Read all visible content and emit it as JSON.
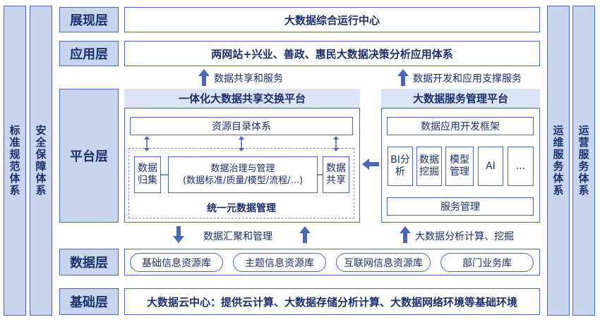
{
  "left_bars": [
    "标准规范体系",
    "安全保障体系"
  ],
  "right_bars": [
    "运维服务体系",
    "运营服务体系"
  ],
  "layers": {
    "presentation": {
      "label": "展现层",
      "content": "大数据综合运行中心"
    },
    "application": {
      "label": "应用层",
      "content": "两网站+兴业、善政、惠民大数据决策分析应用体系"
    },
    "platform": {
      "label": "平台层"
    },
    "data": {
      "label": "数据层",
      "items": [
        "基础信息资源库",
        "主题信息资源库",
        "互联网信息资源库",
        "部门业务库"
      ]
    },
    "foundation": {
      "label": "基础层",
      "content": "大数据云中心：提供云计算、大数据存储分析计算、大数据网络环境等基础环境"
    }
  },
  "arrows": {
    "share_service": "数据共享和服务",
    "dev_support": "数据开发和应用支撑服务",
    "aggregate_manage": "数据汇聚和管理",
    "analysis_mining": "大数据分析计算、挖掘"
  },
  "exchange_platform": {
    "title": "一体化大数据共享交换平台",
    "catalog": "资源目录体系",
    "collect": "数据归集",
    "governance_line1": "数据治理与管理",
    "governance_line2": "(数据标准/质量/模型/流程/...)",
    "share": "数据共享",
    "unified": "统一元数据管理"
  },
  "service_platform": {
    "title": "大数据服务管理平台",
    "framework": "数据应用开发框架",
    "modules": [
      "BI分析",
      "数据挖掘",
      "模型管理",
      "AI",
      "..."
    ],
    "service_mgmt": "服务管理"
  }
}
